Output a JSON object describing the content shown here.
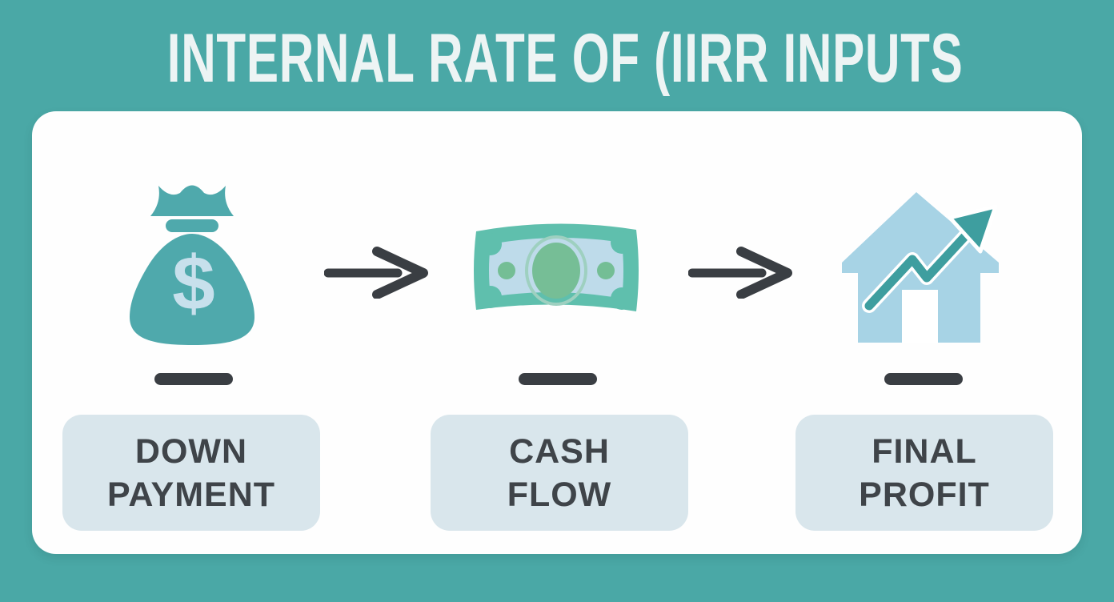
{
  "title": "INTERNAL RATE OF (IIRR INPUTS",
  "steps": [
    {
      "icon": "money-bag-icon",
      "label": "DOWN\nPAYMENT",
      "currency_symbol": "$"
    },
    {
      "icon": "banknote-icon",
      "label": "CASH\nFLOW"
    },
    {
      "icon": "house-growth-icon",
      "label": "FINAL\nPROFIT"
    }
  ],
  "colors": {
    "background": "#4AA8A6",
    "card": "#FEFEFE",
    "title_text": "#EDF4F4",
    "label_box": "#D9E6EC",
    "label_text": "#3F4449",
    "dark": "#3A3E43",
    "bag": "#4FA9AC",
    "bag_dollar": "#C7E0EC",
    "note_border": "#5FBFAD",
    "note_inner": "#BEDBEA",
    "note_oval": "#76BE96",
    "note_ring": "#9ED0C0",
    "note_dots": "#74BE95",
    "house": "#A7D3E5",
    "house_arrow": "#3E9E9F"
  }
}
